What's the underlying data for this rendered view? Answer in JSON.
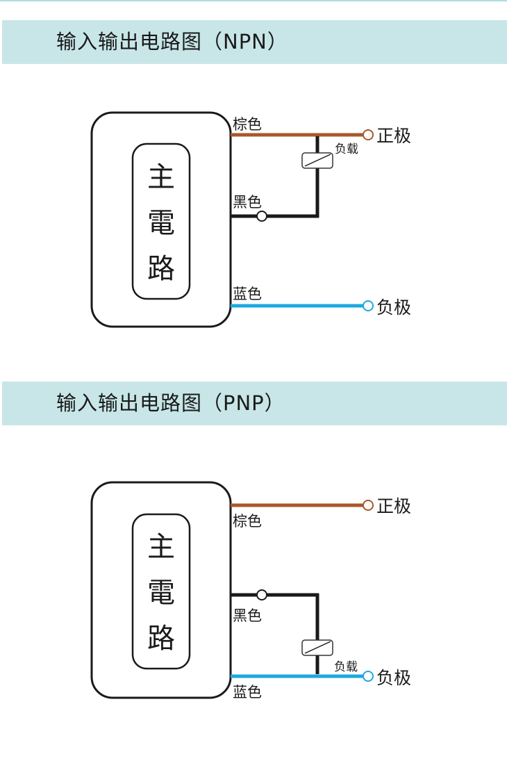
{
  "colors": {
    "banner_bg": "#c8e6e8",
    "brown_wire": "#a8582a",
    "black_wire": "#1a1a1a",
    "blue_wire": "#1ea8e0"
  },
  "npn": {
    "title": "输入输出电路图（NPN）",
    "main_circuit_chars": [
      "主",
      "電",
      "路"
    ],
    "wire_brown_label": "棕色",
    "wire_black_label": "黑色",
    "wire_blue_label": "蓝色",
    "load_label": "负载",
    "positive_label": "正极",
    "negative_label": "负极"
  },
  "pnp": {
    "title": "输入输出电路图（PNP）",
    "main_circuit_chars": [
      "主",
      "電",
      "路"
    ],
    "wire_brown_label": "棕色",
    "wire_black_label": "黑色",
    "wire_blue_label": "蓝色",
    "load_label": "负载",
    "positive_label": "正极",
    "negative_label": "负极"
  }
}
